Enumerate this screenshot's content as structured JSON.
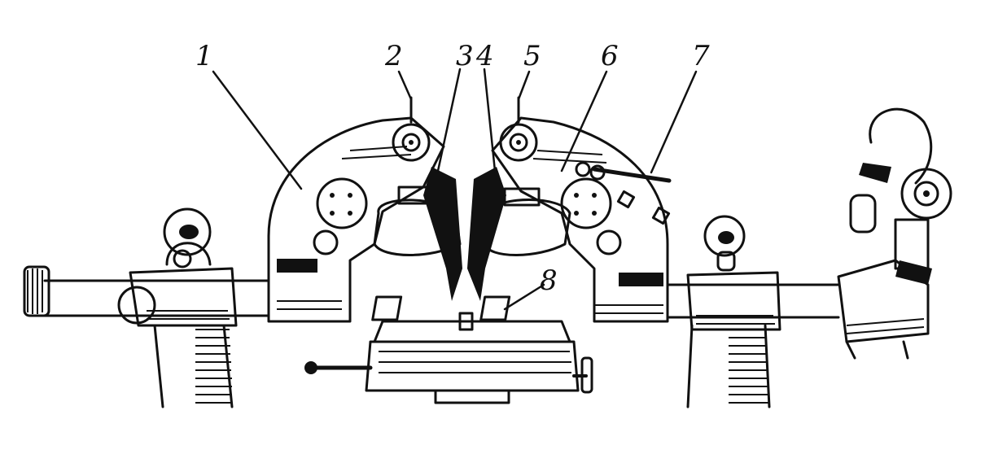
{
  "figure": {
    "callouts": [
      {
        "id": "1",
        "label": "1"
      },
      {
        "id": "2",
        "label": "2"
      },
      {
        "id": "3",
        "label": "3"
      },
      {
        "id": "4",
        "label": "4"
      },
      {
        "id": "5",
        "label": "5"
      },
      {
        "id": "6",
        "label": "6"
      },
      {
        "id": "7",
        "label": "7"
      },
      {
        "id": "8",
        "label": "8"
      }
    ],
    "colors": {
      "ink": "#111111",
      "paper": "#ffffff"
    }
  }
}
